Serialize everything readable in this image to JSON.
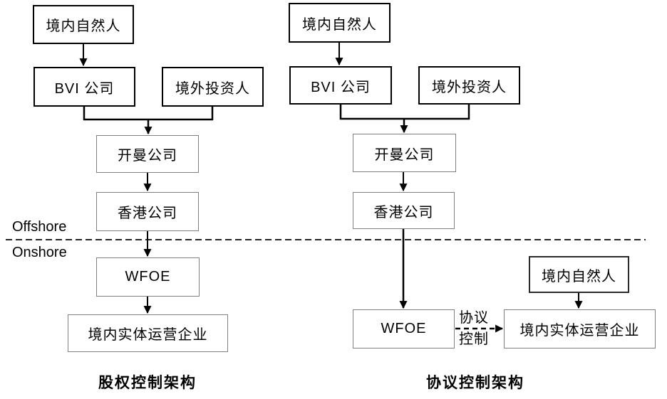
{
  "divider": {
    "offshore_label": "Offshore",
    "onshore_label": "Onshore"
  },
  "left_diagram": {
    "caption": "股权控制架构",
    "nodes": {
      "person": "境内自然人",
      "bvi": "BVI 公司",
      "investor": "境外投资人",
      "cayman": "开曼公司",
      "hongkong": "香港公司",
      "wfoe": "WFOE",
      "entity": "境内实体运营企业"
    }
  },
  "right_diagram": {
    "caption": "协议控制架构",
    "nodes": {
      "person": "境内自然人",
      "bvi": "BVI 公司",
      "investor": "境外投资人",
      "cayman": "开曼公司",
      "hongkong": "香港公司",
      "wfoe": "WFOE",
      "person2": "境内自然人",
      "entity": "境内实体运营企业"
    },
    "edge_label": {
      "line1": "协议",
      "line2": "控制"
    }
  },
  "colors": {
    "background": "#ffffff",
    "line": "#000000",
    "divider_line": "#262626",
    "box_border_dark": "#000000",
    "box_border_gray": "#7f7f7f",
    "text": "#000000"
  }
}
